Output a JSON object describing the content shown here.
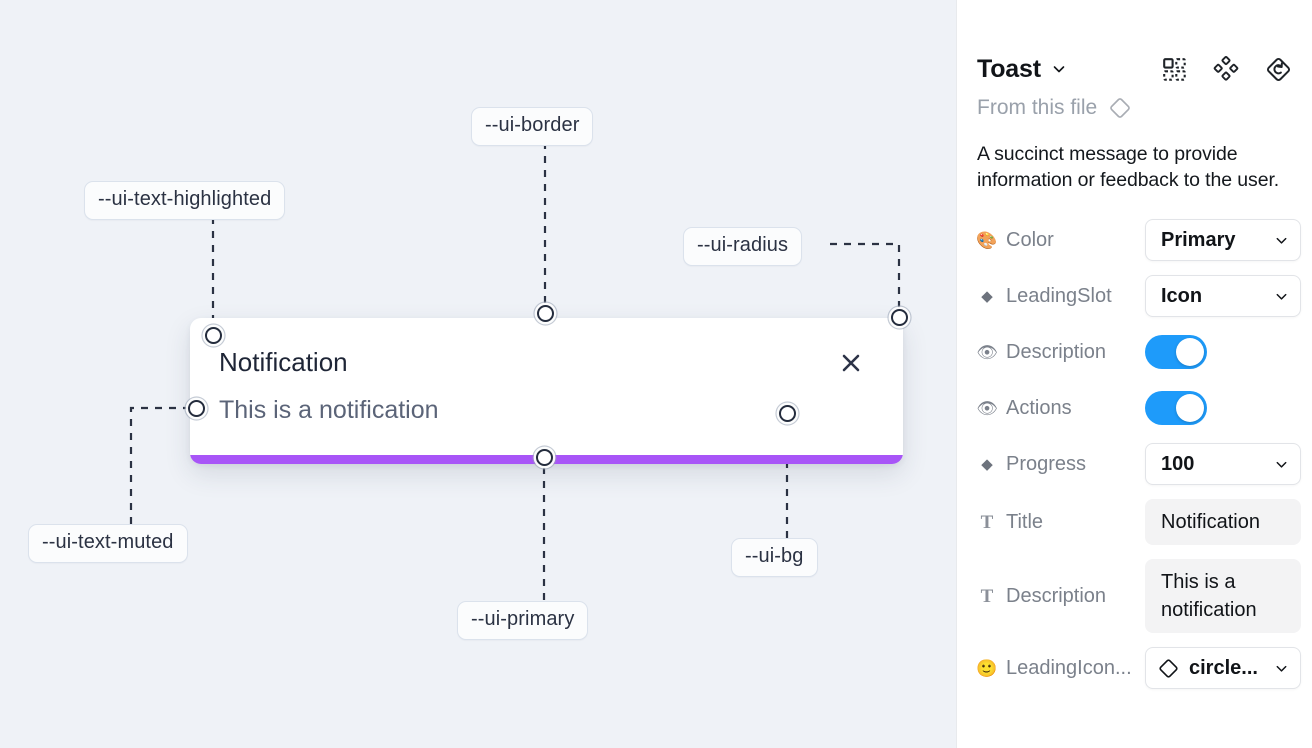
{
  "canvas": {
    "background_color": "#eff2f7",
    "tokens": [
      {
        "id": "ui-text-highlighted",
        "label": "--ui-text-highlighted"
      },
      {
        "id": "ui-border",
        "label": "--ui-border"
      },
      {
        "id": "ui-radius",
        "label": "--ui-radius"
      },
      {
        "id": "ui-text-muted",
        "label": "--ui-text-muted"
      },
      {
        "id": "ui-primary",
        "label": "--ui-primary"
      },
      {
        "id": "ui-bg",
        "label": "--ui-bg"
      }
    ],
    "toast": {
      "title": "Notification",
      "description": "This is a notification",
      "close_icon": "close-x-icon",
      "progress_color": "#a855f7",
      "background_color": "#ffffff"
    }
  },
  "panel": {
    "title": "Toast",
    "title_chevron_icon": "chevron-down-icon",
    "header_icons": [
      {
        "name": "component-set-icon"
      },
      {
        "name": "variants-diamond-icon"
      },
      {
        "name": "reset-instance-icon"
      }
    ],
    "from_file": {
      "label": "From this file",
      "icon": "component-diamond-icon"
    },
    "description": "A succinct message to provide information or feedback to the user.",
    "properties": [
      {
        "icon": "palette-emoji",
        "icon_glyph": "🎨",
        "icon_type": "emoji",
        "label": "Color",
        "control": "select",
        "value": "Primary"
      },
      {
        "icon": "diamond-icon",
        "icon_glyph": "◆",
        "icon_type": "diamond",
        "label": "LeadingSlot",
        "control": "select",
        "value": "Icon"
      },
      {
        "icon": "eye-emoji",
        "icon_glyph": "👁",
        "icon_type": "emoji",
        "label": "Description",
        "control": "toggle",
        "value": "on"
      },
      {
        "icon": "eye-emoji",
        "icon_glyph": "👁",
        "icon_type": "emoji",
        "label": "Actions",
        "control": "toggle",
        "value": "on"
      },
      {
        "icon": "diamond-icon",
        "icon_glyph": "◆",
        "icon_type": "diamond",
        "label": "Progress",
        "control": "select",
        "value": "100"
      },
      {
        "icon": "text-t-icon",
        "icon_glyph": "T",
        "icon_type": "tglyph",
        "label": "Title",
        "control": "text",
        "value": "Notification"
      },
      {
        "icon": "text-t-icon",
        "icon_glyph": "T",
        "icon_type": "tglyph",
        "label": "Description",
        "control": "text",
        "value": "This is a notification"
      },
      {
        "icon": "smiley-emoji",
        "icon_glyph": "🙂",
        "icon_type": "emoji",
        "label": "LeadingIcon...",
        "control": "select-with-icon",
        "value": "circle...",
        "lead_icon": "component-diamond-icon"
      }
    ],
    "accent_color": "#1e9bfa"
  }
}
